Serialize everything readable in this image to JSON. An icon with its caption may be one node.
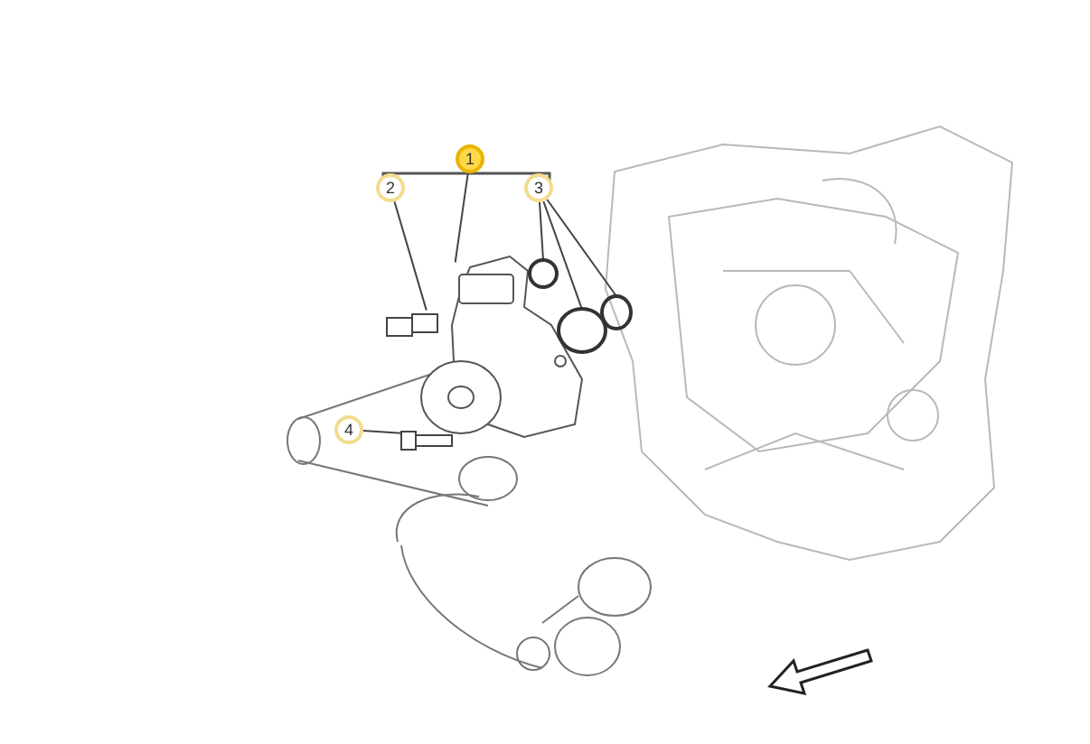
{
  "diagram": {
    "nodes": [
      {
        "text": [
          "1"
        ]
      },
      {
        "text": [
          "2"
        ]
      },
      {
        "text": [
          "3"
        ]
      },
      {
        "text": [
          "4"
        ]
      },
      {
        "text": [],
        "shape": "picture"
      },
      {
        "text": [],
        "shape": "picture"
      },
      {
        "text": [],
        "shape": "circle"
      },
      {
        "text": [],
        "shape": "circle"
      },
      {
        "text": [],
        "shape": "circle"
      },
      {
        "text": [],
        "shape": "picture"
      }
    ],
    "edges": [
      {
        "from": 0,
        "to": 4,
        "arrow": "none"
      },
      {
        "from": 1,
        "to": 5,
        "arrow": "none"
      },
      {
        "from": 2,
        "to": 6,
        "arrow": "none"
      },
      {
        "from": 2,
        "to": 7,
        "arrow": "none"
      },
      {
        "from": 2,
        "to": 8,
        "arrow": "none"
      },
      {
        "from": 3,
        "to": 9,
        "arrow": "none"
      }
    ]
  }
}
